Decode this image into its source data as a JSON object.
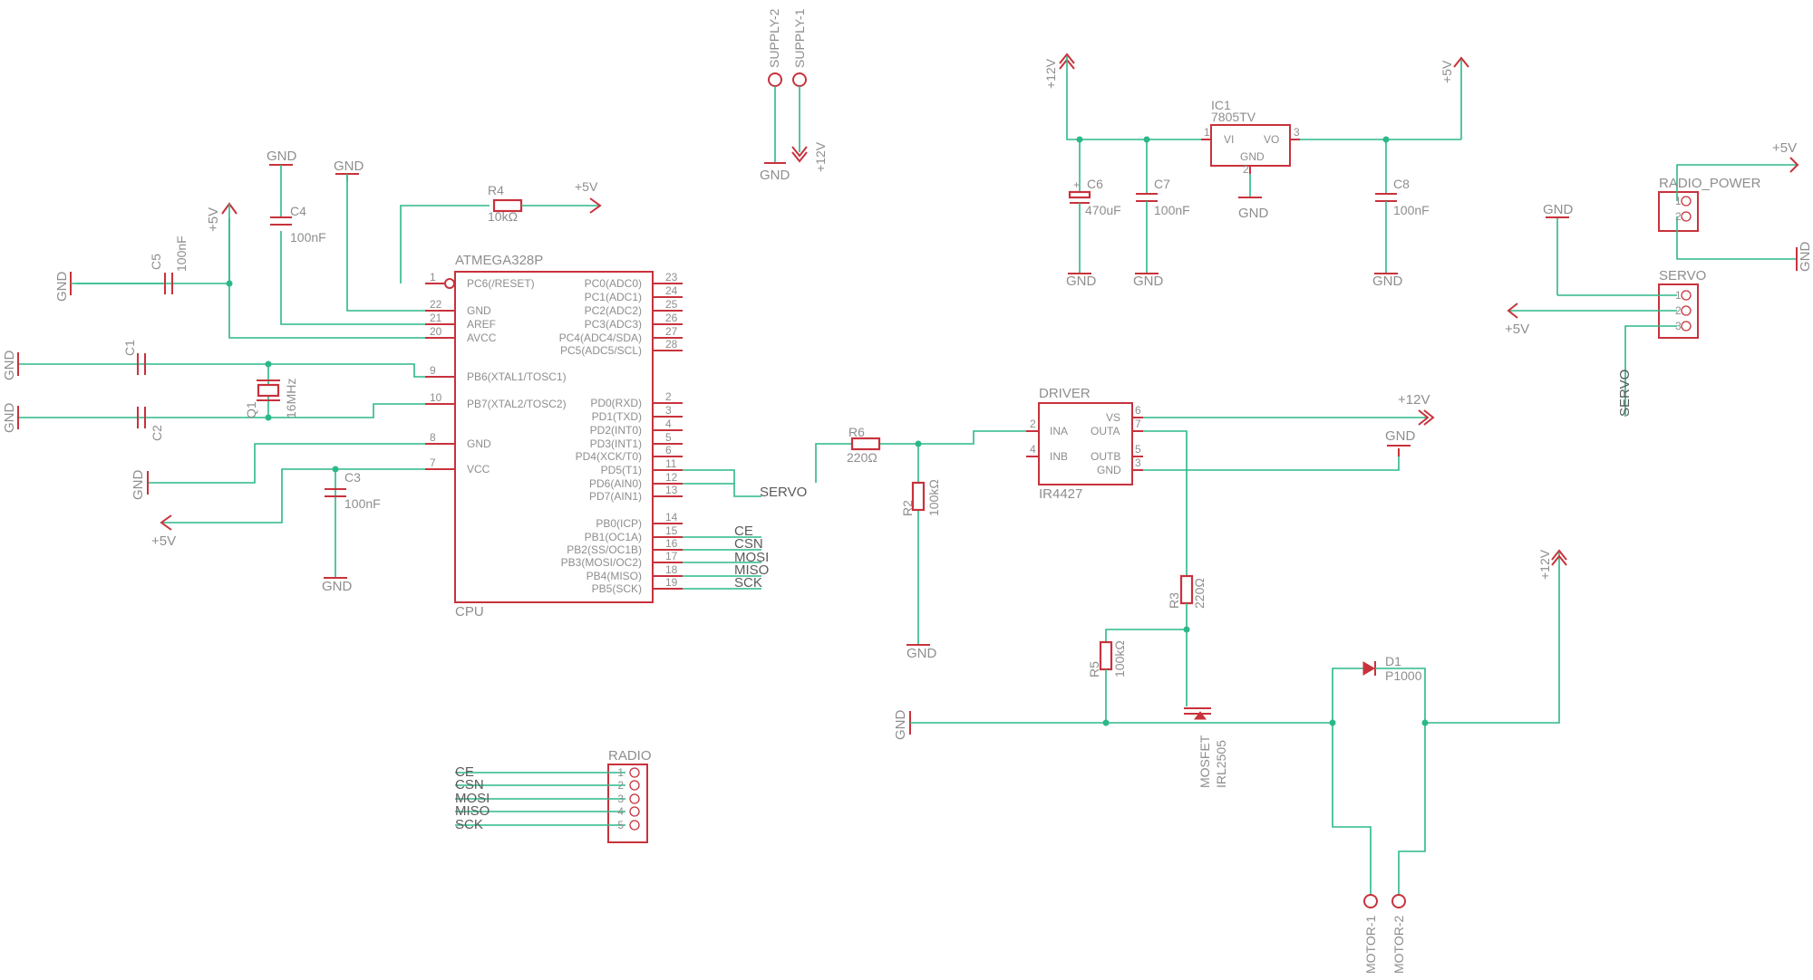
{
  "cpu": {
    "part": "ATMEGA328P",
    "name": "CPU",
    "left_pins": [
      {
        "num": "1",
        "name": "PC6(/RESET)"
      },
      {
        "num": "22",
        "name": "GND"
      },
      {
        "num": "21",
        "name": "AREF"
      },
      {
        "num": "20",
        "name": "AVCC"
      },
      {
        "num": "9",
        "name": "PB6(XTAL1/TOSC1)"
      },
      {
        "num": "10",
        "name": "PB7(XTAL2/TOSC2)"
      },
      {
        "num": "8",
        "name": "GND"
      },
      {
        "num": "7",
        "name": "VCC"
      }
    ],
    "right_pins": [
      {
        "num": "23",
        "name": "PC0(ADC0)"
      },
      {
        "num": "24",
        "name": "PC1(ADC1)"
      },
      {
        "num": "25",
        "name": "PC2(ADC2)"
      },
      {
        "num": "26",
        "name": "PC3(ADC3)"
      },
      {
        "num": "27",
        "name": "PC4(ADC4/SDA)"
      },
      {
        "num": "28",
        "name": "PC5(ADC5/SCL)"
      },
      {
        "num": "2",
        "name": "PD0(RXD)"
      },
      {
        "num": "3",
        "name": "PD1(TXD)"
      },
      {
        "num": "4",
        "name": "PD2(INT0)"
      },
      {
        "num": "5",
        "name": "PD3(INT1)"
      },
      {
        "num": "6",
        "name": "PD4(XCK/T0)"
      },
      {
        "num": "11",
        "name": "PD5(T1)"
      },
      {
        "num": "12",
        "name": "PD6(AIN0)"
      },
      {
        "num": "13",
        "name": "PD7(AIN1)"
      },
      {
        "num": "14",
        "name": "PB0(ICP)"
      },
      {
        "num": "15",
        "name": "PB1(OC1A)"
      },
      {
        "num": "16",
        "name": "PB2(SS/OC1B)"
      },
      {
        "num": "17",
        "name": "PB3(MOSI/OC2)"
      },
      {
        "num": "18",
        "name": "PB4(MISO)"
      },
      {
        "num": "19",
        "name": "PB5(SCK)"
      }
    ]
  },
  "nets": {
    "gnd": "GND",
    "p5v": "+5V",
    "p12v": "+12V",
    "servo": "SERVO",
    "ce": "CE",
    "csn": "CSN",
    "mosi": "MOSI",
    "miso": "MISO",
    "sck": "SCK"
  },
  "parts": {
    "c1": "C1",
    "c2": "C2",
    "c3": "C3",
    "c3_val": "100nF",
    "c4": "C4",
    "c4_val": "100nF",
    "c5": "C5",
    "c5_val": "100nF",
    "c6": "C6",
    "c6_val": "470uF",
    "c7": "C7",
    "c7_val": "100nF",
    "c8": "C8",
    "c8_val": "100nF",
    "r2": "R2",
    "r2_val": "100kΩ",
    "r3": "R3",
    "r3_val": "220Ω",
    "r4": "R4",
    "r4_val": "10kΩ",
    "r5": "R5",
    "r5_val": "100kΩ",
    "r6": "R6",
    "r6_val": "220Ω",
    "q1": "Q1",
    "q1_val": "16MHz",
    "d1": "D1",
    "d1_val": "P1000",
    "mosfet": "MOSFET",
    "mosfet_val": "IRL2505",
    "ic1": "IC1",
    "ic1_val": "7805TV",
    "ic1_vi": "VI",
    "ic1_vo": "VO",
    "ic1_gnd": "GND",
    "ic1_p1": "1",
    "ic1_p2": "2",
    "ic1_p3": "3",
    "driver": "DRIVER",
    "driver_part": "IR4427",
    "drv_ina": "INA",
    "drv_inb": "INB",
    "drv_vs": "VS",
    "drv_outa": "OUTA",
    "drv_outb": "OUTB",
    "drv_gnd": "GND",
    "drv_p2": "2",
    "drv_p4": "4",
    "drv_p6": "6",
    "drv_p7": "7",
    "drv_p5": "5",
    "drv_p3": "3",
    "radio": "RADIO",
    "radio_power": "RADIO_POWER",
    "servo_conn": "SERVO",
    "supply1": "SUPPLY-1",
    "supply2": "SUPPLY-2",
    "motor1": "MOTOR-1",
    "motor2": "MOTOR-2",
    "n1": "1",
    "n2": "2",
    "n3": "3",
    "n4": "4",
    "n5": "5"
  }
}
